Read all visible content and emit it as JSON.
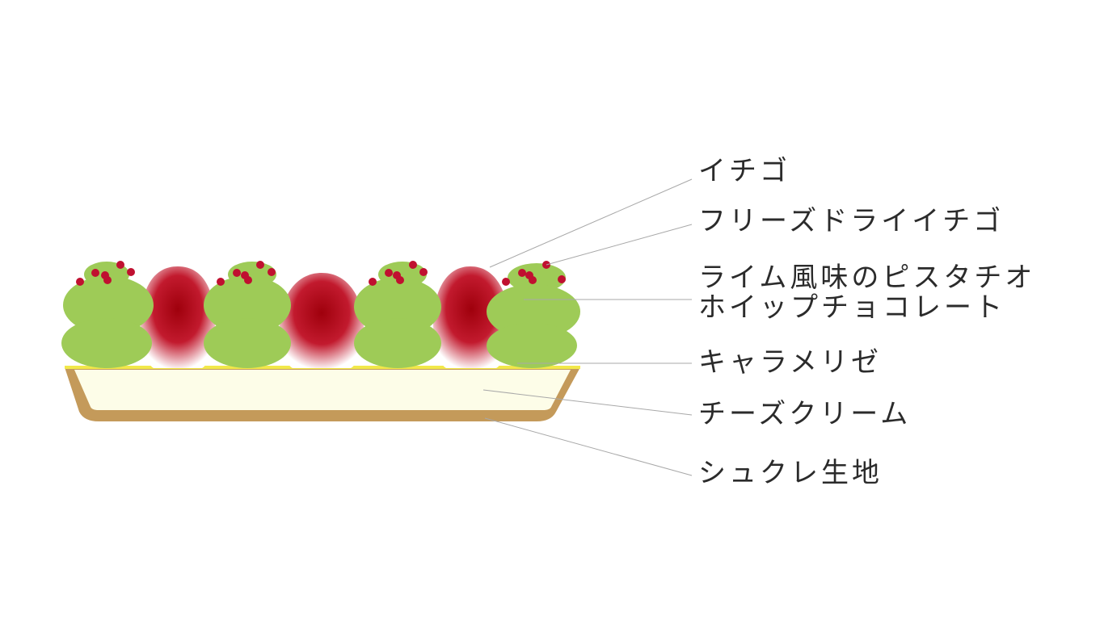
{
  "labels": {
    "strawberry": "イチゴ",
    "freeze_dried_strawberry": "フリーズドライイチゴ",
    "pistachio_cream_line1": "ライム風味のピスタチオ",
    "pistachio_cream_line2": "ホイップチョコレート",
    "caramelize": "キャラメリゼ",
    "cheese_cream": "チーズクリーム",
    "sucre_dough": "シュクレ生地"
  },
  "colors": {
    "background": "#ffffff",
    "strawberry_dark": "#a8000f",
    "strawberry_light": "#ffffff",
    "pistachio_cream": "#9ecb57",
    "freeze_dried_dot": "#c01030",
    "caramel_layer": "#f2e84a",
    "cheese_cream": "#fdfde8",
    "tart_shell": "#c49a5a",
    "leader_line": "#a8a8a8",
    "label_text": "#2b2b2b"
  }
}
